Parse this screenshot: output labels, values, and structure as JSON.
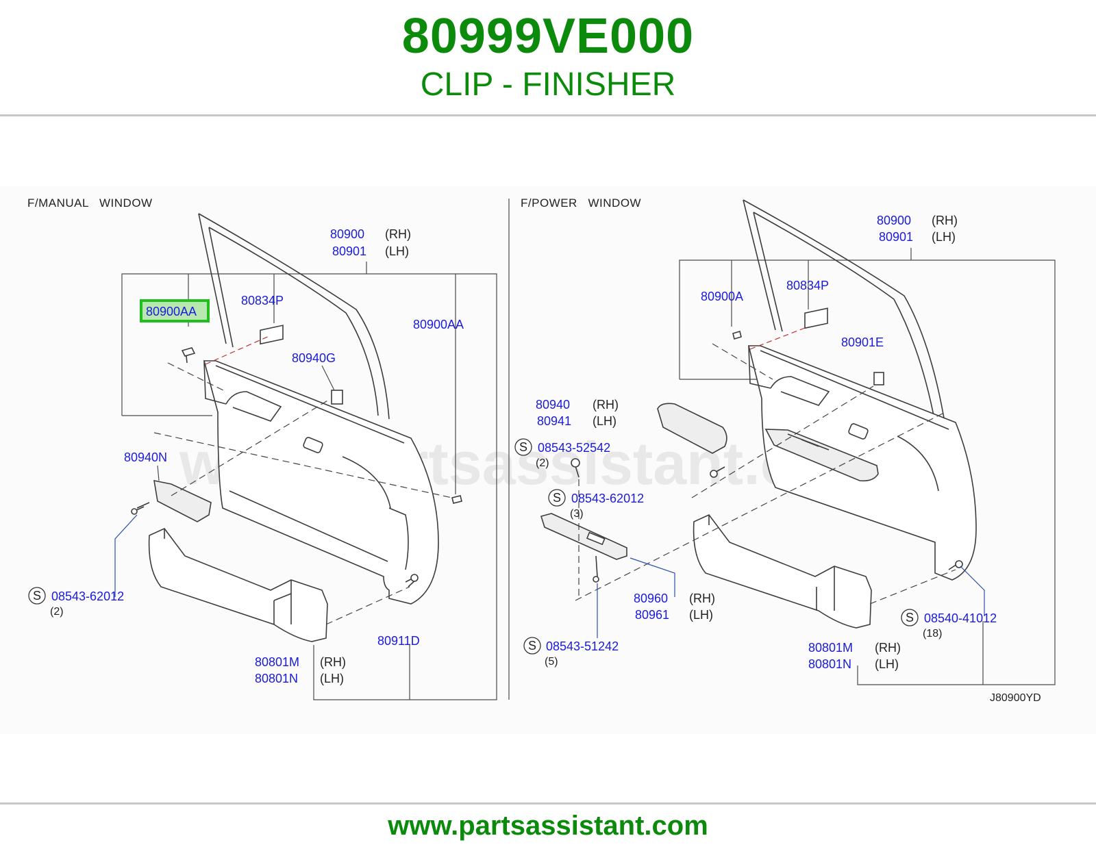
{
  "header": {
    "part_number": "80999VE000",
    "part_name": "CLIP - FINISHER"
  },
  "footer": {
    "url": "www.partsassistant.com"
  },
  "diagram": {
    "watermark": "www.partsassistant.com",
    "drawing_code": "J80900YD",
    "highlight_color": "#1fbf1f",
    "sections": [
      {
        "title": "F/MANUAL   WINDOW",
        "labels": {
          "p80900": "80900",
          "p80900_side": "(RH)",
          "p80901": "80901",
          "p80901_side": "(LH)",
          "p80900AA_highlight": "80900AA",
          "p80834P": "80834P",
          "p80900AA_right": "80900AA",
          "p80940G": "80940G",
          "p80940N": "80940N",
          "s08543_62012": "08543-62012",
          "s08543_62012_qty": "(2)",
          "p80911D": "80911D",
          "p80801M": "80801M",
          "p80801M_side": "(RH)",
          "p80801N": "80801N",
          "p80801N_side": "(LH)",
          "s_mark": "S"
        }
      },
      {
        "title": "F/POWER   WINDOW",
        "labels": {
          "p80900": "80900",
          "p80900_side": "(RH)",
          "p80901": "80901",
          "p80901_side": "(LH)",
          "p80900A": "80900A",
          "p80834P": "80834P",
          "p80901E": "80901E",
          "p80940": "80940",
          "p80940_side": "(RH)",
          "p80941": "80941",
          "p80941_side": "(LH)",
          "s08543_52542": "08543-52542",
          "s08543_52542_qty": "(2)",
          "s08543_62012": "08543-62012",
          "s08543_62012_qty": "(3)",
          "p80960": "80960",
          "p80960_side": "(RH)",
          "p80961": "80961",
          "p80961_side": "(LH)",
          "s08543_51242": "08543-51242",
          "s08543_51242_qty": "(5)",
          "s08540_41012": "08540-41012",
          "s08540_41012_qty": "(18)",
          "p80801M": "80801M",
          "p80801M_side": "(RH)",
          "p80801N": "80801N",
          "p80801N_side": "(LH)",
          "s_mark": "S"
        }
      }
    ]
  }
}
